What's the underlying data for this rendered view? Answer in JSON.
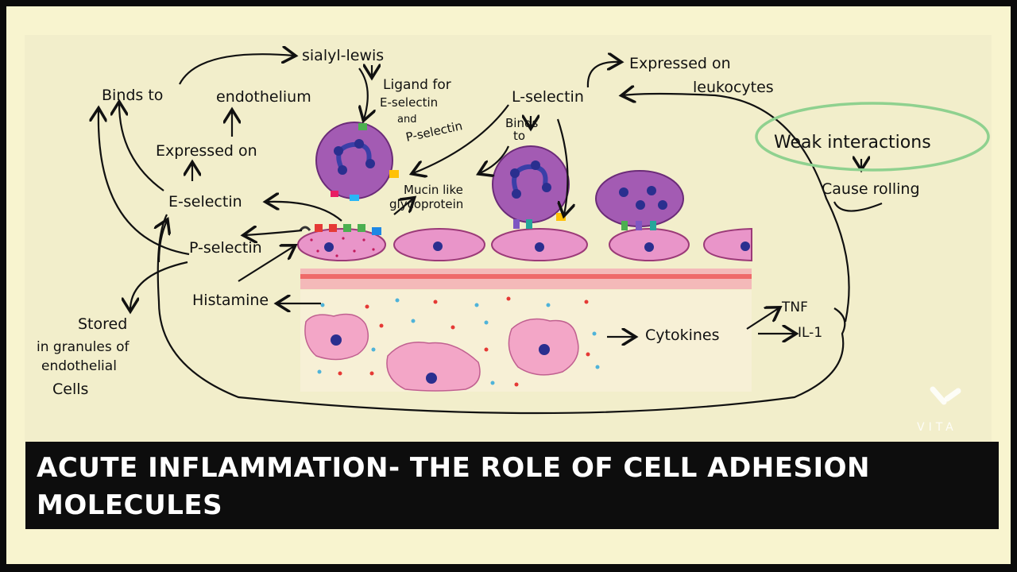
{
  "diagram": {
    "labels": {
      "binds_to": "Binds to",
      "sialyl_lewis": "sialyl-lewis",
      "ligand_for_1": "Ligand for",
      "ligand_for_2": "E-selectin",
      "ligand_for_3": "and",
      "ligand_for_4": "P-selectin",
      "endothelium": "endothelium",
      "expressed_on": "Expressed on",
      "e_selectin": "E-selectin",
      "p_selectin": "P-selectin",
      "mucin_1": "Mucin like",
      "mucin_2": "glycoprotein",
      "l_selectin": "L-selectin",
      "binds_to_2a": "Binds",
      "binds_to_2b": "to",
      "expressed_leuko_1": "Expressed on",
      "expressed_leuko_2": "leukocytes",
      "weak_interactions": "Weak interactions",
      "cause_rolling": "Cause rolling",
      "histamine": "Histamine",
      "stored_1": "Stored",
      "stored_2": "in granules of",
      "stored_3": "endothelial",
      "stored_4": "Cells",
      "cytokines": "Cytokines",
      "tnf": "TNF",
      "il1": "IL-1"
    },
    "colors": {
      "leukocyte": "#a35bb3",
      "nucleus": "#2a2f8f",
      "endothelial_cell": "#e995c9",
      "vessel_stripe": "#ef6a6a",
      "highlight_circle": "#8fd18f"
    }
  },
  "banner": {
    "title": "ACUTE INFLAMMATION- THE ROLE OF CELL ADHESION MOLECULES"
  },
  "watermark": {
    "text": "VITA"
  }
}
